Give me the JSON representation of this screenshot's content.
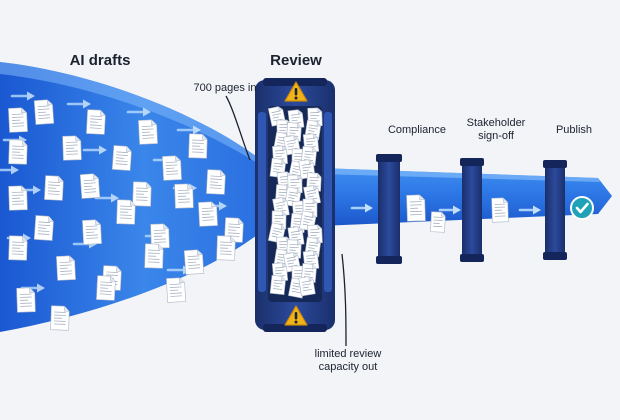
{
  "labels": {
    "ai_drafts": "AI drafts",
    "review": "Review",
    "pages_in": "700 pages in",
    "compliance": "Compliance",
    "stakeholder_line1": "Stakeholder",
    "stakeholder_line2": "sign-off",
    "publish": "Publish",
    "capacity_line1": "limited review",
    "capacity_line2": "capacity out"
  },
  "colors": {
    "funnel_dark": "#1650c8",
    "funnel_light": "#4a9af2",
    "gate_navy": "#1c3473",
    "warning_yellow": "#f2b319",
    "check_teal": "#1fa2b8",
    "background": "#f3f4f7"
  },
  "icons": [
    "warning-icon",
    "document-icon",
    "arrow-icon",
    "checkmark-icon"
  ]
}
